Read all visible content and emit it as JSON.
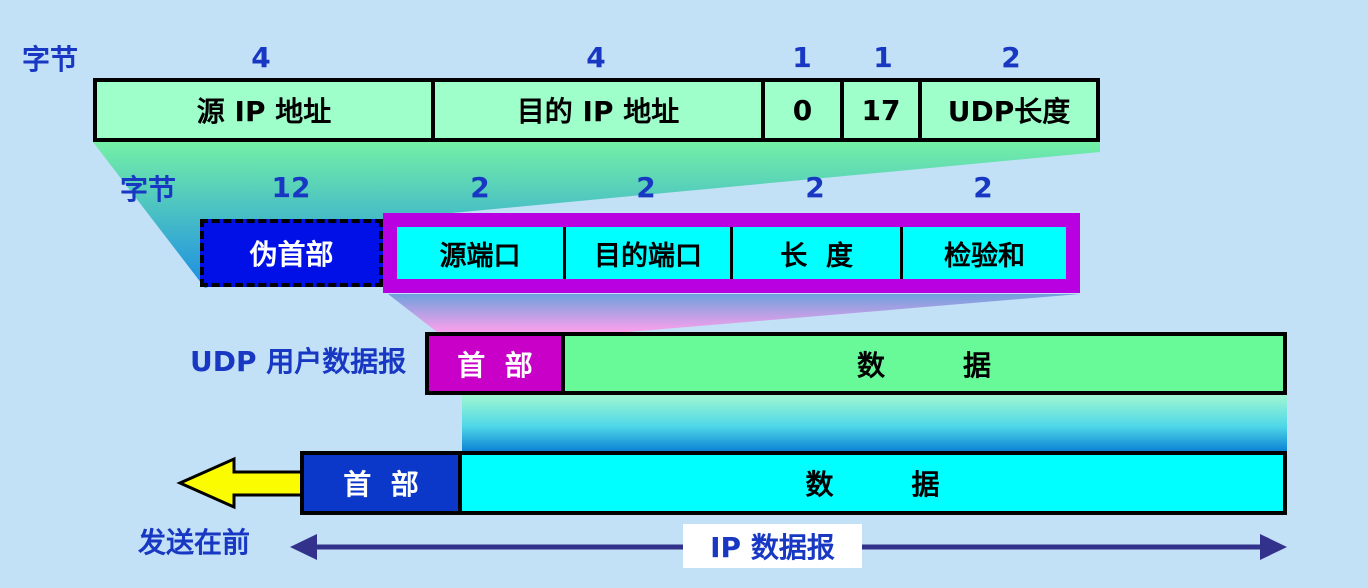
{
  "colors": {
    "background": "#C2E1F6",
    "label_blue": "#1838C4",
    "mint_box_fill": "#9FFFCB",
    "green_data_fill": "#68FA98",
    "cyan_fill": "#00FFFF",
    "magenta_frame": "#B800E0",
    "magenta_header_fill": "#C800C8",
    "pseudo_header_blue": "#0010E6",
    "ip_header_blue": "#0B38C8",
    "yellow_arrow": "#FCFC00",
    "navy_arrow": "#32328C"
  },
  "pseudo_ip_row": {
    "bytes_label": "字节",
    "sizes": [
      "4",
      "4",
      "1",
      "1",
      "2"
    ],
    "cells": [
      "源 IP 地址",
      "目的 IP 地址",
      "0",
      "17",
      "UDP长度"
    ]
  },
  "udp_header_row": {
    "bytes_label": "字节",
    "pseudo_header_size": "12",
    "sizes": [
      "2",
      "2",
      "2",
      "2"
    ],
    "pseudo_header": "伪首部",
    "cells": [
      "源端口",
      "目的端口",
      "长  度",
      "检验和"
    ]
  },
  "udp_datagram_row": {
    "label": "UDP 用户数据报",
    "header": "首  部",
    "data": "数        据"
  },
  "ip_datagram_row": {
    "header": "首  部",
    "data": "数        据"
  },
  "footer": {
    "send_first_label": "发送在前",
    "ip_datagram_label": "IP 数据报"
  }
}
